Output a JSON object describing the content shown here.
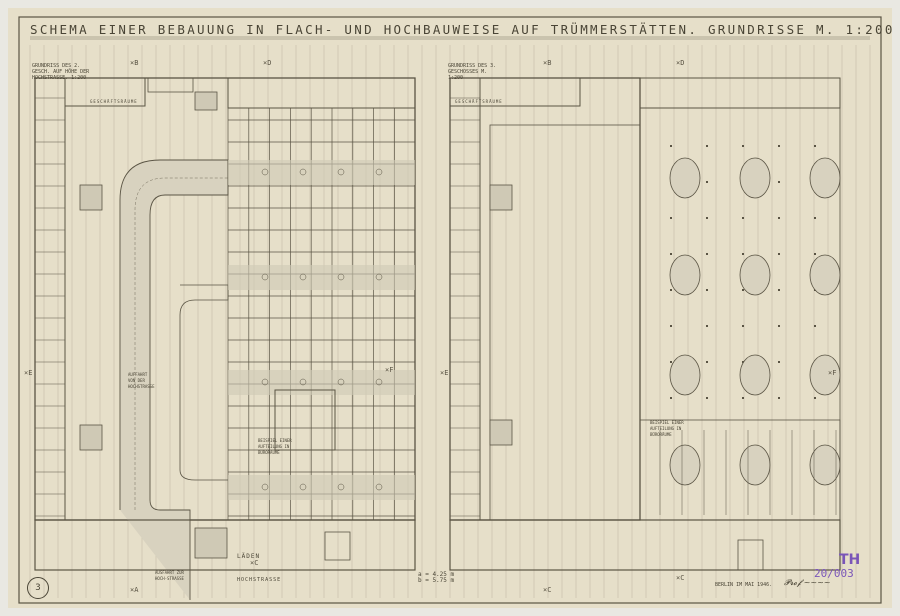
{
  "title": "SCHEMA EINER BEBAUUNG IN FLACH- UND HOCHBAUWEISE AUF TRÜMMERSTÄTTEN. GRUNDRISSE M. 1:200",
  "plans": {
    "left_caption": "GRUNDRISS DES 2. GESCH. AUF HÖHE DER HOCHSTRASSE. 1:200",
    "right_caption": "GRUNDRISS DES 3. GESCHOSSES M. 1:200"
  },
  "labels": {
    "shops": "LÄDEN",
    "street": "HOCHSTRASSE",
    "business_rooms": "GESCHÄFTSRÄUME",
    "ramp_up": "AUFFAHRT VON DER HOCHSTRASSE",
    "ramp_down": "AUSFAHRT ZUR HOCH-STRASSE",
    "example": "BEISPIEL EINER AUFTEILUNG IN BÜRORÄUME",
    "dimensions": "a = 4.25 m\nb = 5.75 m"
  },
  "section_marks": [
    "A",
    "B",
    "C",
    "D",
    "E",
    "F"
  ],
  "footer": {
    "place_date": "BERLIN IM MAI 1946.",
    "signature": "Prof. Martin Pieper",
    "sheet_number": "3"
  },
  "stamp": {
    "line1": "TH",
    "line2": "20/003"
  },
  "colors": {
    "paper": "#e6dfc9",
    "ink": "#4a4536",
    "stamp": "#7a55b8"
  }
}
